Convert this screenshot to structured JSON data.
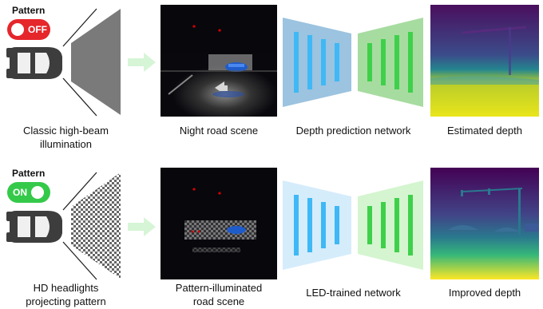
{
  "rows": [
    {
      "pattern_title": "Pattern",
      "toggle_label": "OFF",
      "toggle_color": "#e5262b",
      "illumination_caption_1": "Classic high-beam",
      "illumination_caption_2": "illumination",
      "scene_caption_1": "Night road scene",
      "scene_caption_2": "",
      "network_caption": "Depth prediction network",
      "depth_caption": "Estimated depth"
    },
    {
      "pattern_title": "Pattern",
      "toggle_label": "ON",
      "toggle_color": "#35c94a",
      "illumination_caption_1": "HD headlights",
      "illumination_caption_2": "projecting pattern",
      "scene_caption_1": "Pattern-illuminated",
      "scene_caption_2": "road scene",
      "network_caption": "LED-trained network",
      "depth_caption": "Improved depth"
    }
  ],
  "colors": {
    "arrow": "#d6f5d6",
    "encoder_fill": "#9cc3df",
    "encoder_bar": "#3fb8f5",
    "decoder_fill": "#a7dca0",
    "decoder_bar": "#3fd04b",
    "depth_top": "#440154",
    "depth_mid": "#31688e",
    "depth_low": "#35b779",
    "depth_bottom": "#fde725"
  },
  "icons": [
    "car-icon",
    "light-beam-icon",
    "pattern-beam-icon",
    "arrow-right-icon",
    "night-road-scene-image",
    "depth-map-image"
  ]
}
